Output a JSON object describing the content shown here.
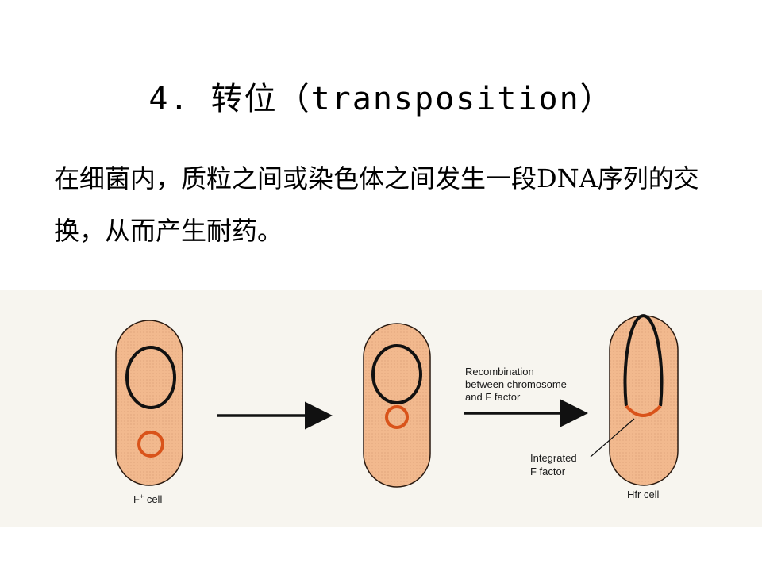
{
  "slide": {
    "title": "4. 转位（transposition）",
    "body": "在细菌内，质粒之间或染色体之间发生一段DNA序列的交换，从而产生耐药。"
  },
  "figure": {
    "f_plus_label": "F",
    "f_plus_sup": "+",
    "f_plus_suffix": " cell",
    "recombination_line1": "Recombination",
    "recombination_line2": "between chromosome",
    "recombination_line3": "and F factor",
    "integrated_line1": "Integrated",
    "integrated_line2": "F factor",
    "hfr_label": "Hfr cell",
    "colors": {
      "cell_fill": "#f2b98e",
      "cell_stroke": "#2a1a10",
      "chromosome": "#111111",
      "f_factor": "#d9531a",
      "background": "#f7f5ef"
    }
  }
}
